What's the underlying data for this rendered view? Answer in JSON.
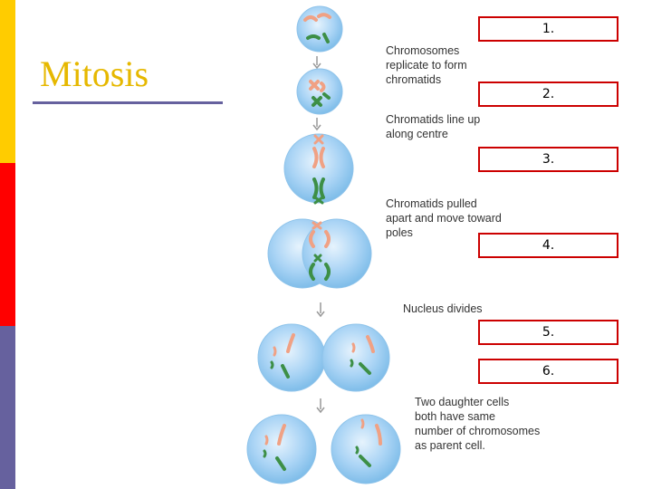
{
  "title": "Mitosis",
  "captions": [
    "Chromosomes\nreplicate to form\nchromatids",
    "Chromatids line up\nalong centre",
    "Chromatids pulled\napart and move toward\npoles",
    "Nucleus divides",
    "Two daughter cells\nboth have same\nnumber of chromosomes\nas parent cell."
  ],
  "answer_boxes": [
    "1.",
    "2.",
    "3.",
    "4.",
    "5.",
    "6."
  ],
  "colors": {
    "bar_top": "#ffcc00",
    "bar_middle": "#ff0000",
    "bar_bottom": "#66619e",
    "title": "#e6b800",
    "box_border": "#cc0000",
    "cell_fill": "#aad4f5",
    "chromosome_red": "#f0a184",
    "chromosome_green": "#3d8f46"
  }
}
